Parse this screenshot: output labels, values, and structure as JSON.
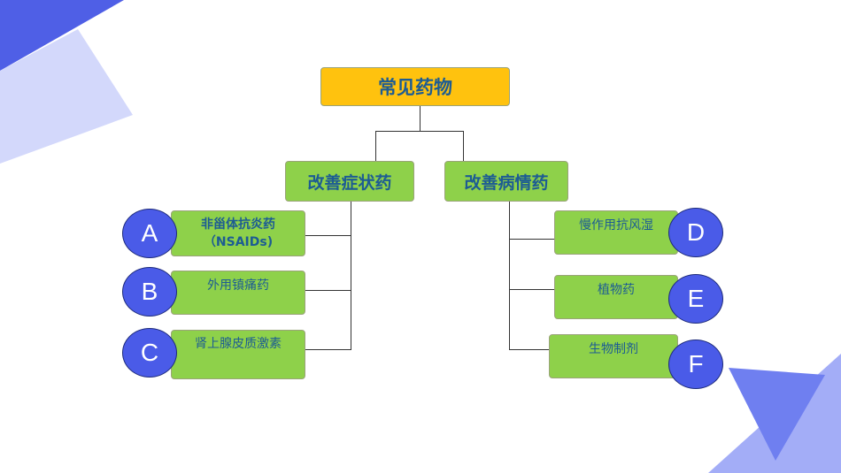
{
  "diagram": {
    "root": "常见药物",
    "categories": {
      "left": "改善症状药",
      "right": "改善病情药"
    },
    "left_items": [
      {
        "letter": "A",
        "line1": "非甾体抗炎药",
        "line2": "（NSAIDs)"
      },
      {
        "letter": "B",
        "line1": "外用镇痛药"
      },
      {
        "letter": "C",
        "line1": "肾上腺皮质激素"
      }
    ],
    "right_items": [
      {
        "letter": "D",
        "line1": "慢作用抗风湿"
      },
      {
        "letter": "E",
        "line1": "植物药"
      },
      {
        "letter": "F",
        "line1": "生物制剂"
      }
    ]
  },
  "colors": {
    "root_fill": "#ffc20e",
    "node_fill": "#8ed14a",
    "text": "#1d5c93",
    "circle_fill": "#4a5be8",
    "decor_dark": "#4f5fe6",
    "decor_light": "#d3d8fb"
  }
}
